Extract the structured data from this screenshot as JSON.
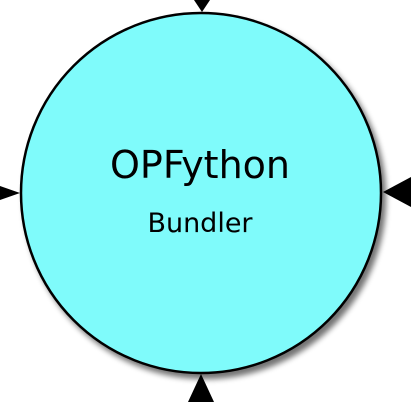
{
  "node": {
    "title": "OPFython",
    "subtitle": "Bundler",
    "fill_color": "#7ffbfb",
    "stroke_color": "#000000"
  },
  "arrows": [
    {
      "name": "top-connector-arrow",
      "direction": "down"
    },
    {
      "name": "left-connector-arrow",
      "direction": "right"
    },
    {
      "name": "right-connector-arrow",
      "direction": "left"
    },
    {
      "name": "bottom-connector-arrow",
      "direction": "up"
    }
  ]
}
